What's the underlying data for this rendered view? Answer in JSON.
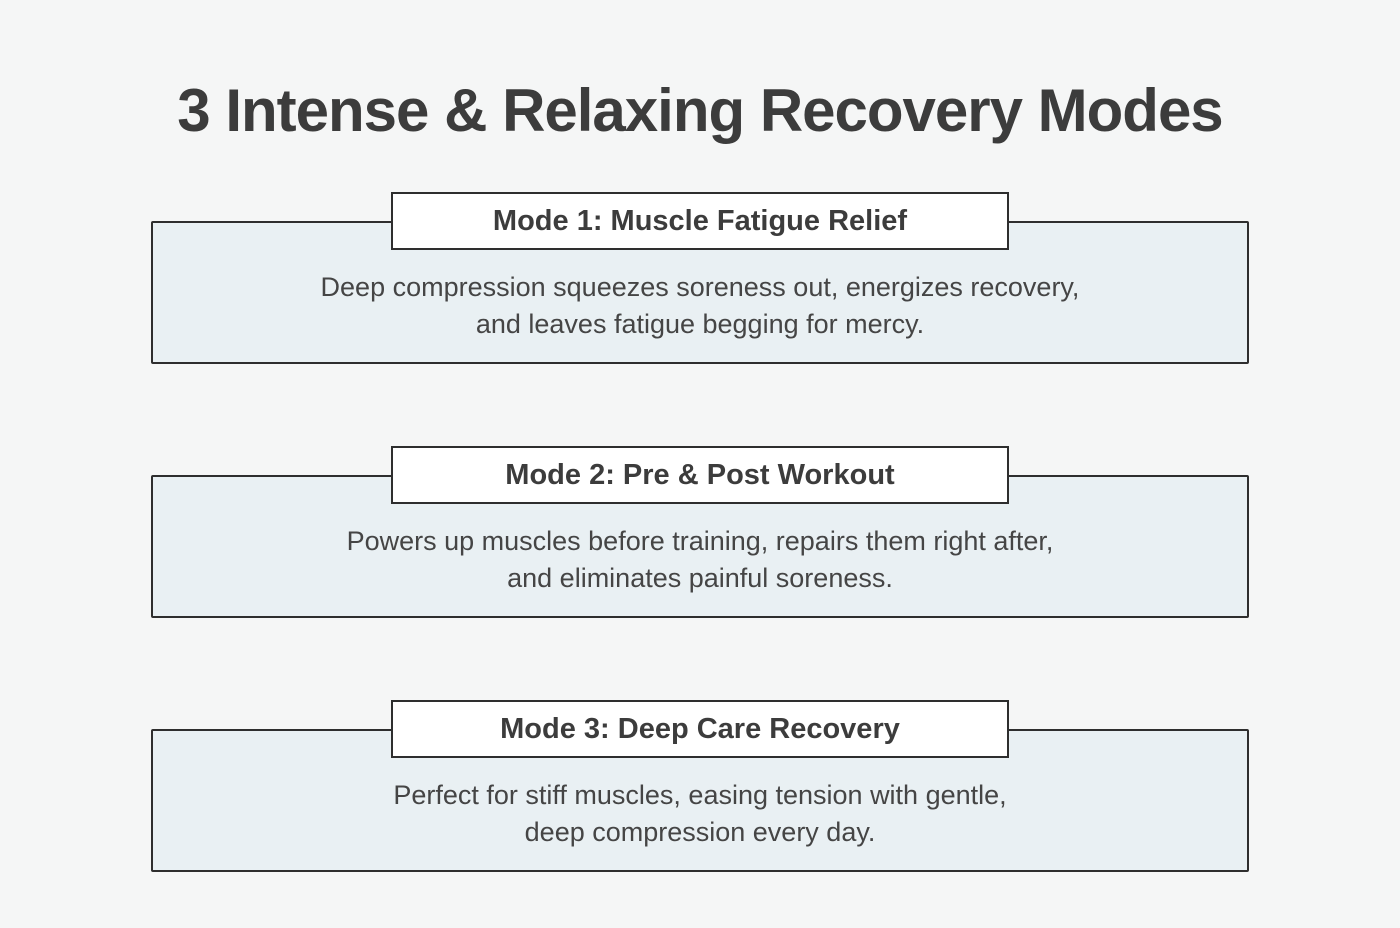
{
  "title": "3 Intense & Relaxing Recovery Modes",
  "colors": {
    "background": "#f5f6f6",
    "panel_fill": "#e9f0f3",
    "border": "#2e2e2e",
    "header_fill": "#ffffff",
    "title_text": "#3c3c3c",
    "body_text": "#454545"
  },
  "modes": [
    {
      "heading": "Mode 1: Muscle Fatigue Relief",
      "body": "Deep compression squeezes soreness out, energizes recovery,\nand leaves fatigue begging for mercy."
    },
    {
      "heading": "Mode 2: Pre & Post Workout",
      "body": "Powers up muscles before training, repairs them right after,\nand eliminates painful soreness."
    },
    {
      "heading": "Mode 3: Deep Care Recovery",
      "body": "Perfect for stiff muscles, easing tension with gentle,\ndeep compression every day."
    }
  ]
}
